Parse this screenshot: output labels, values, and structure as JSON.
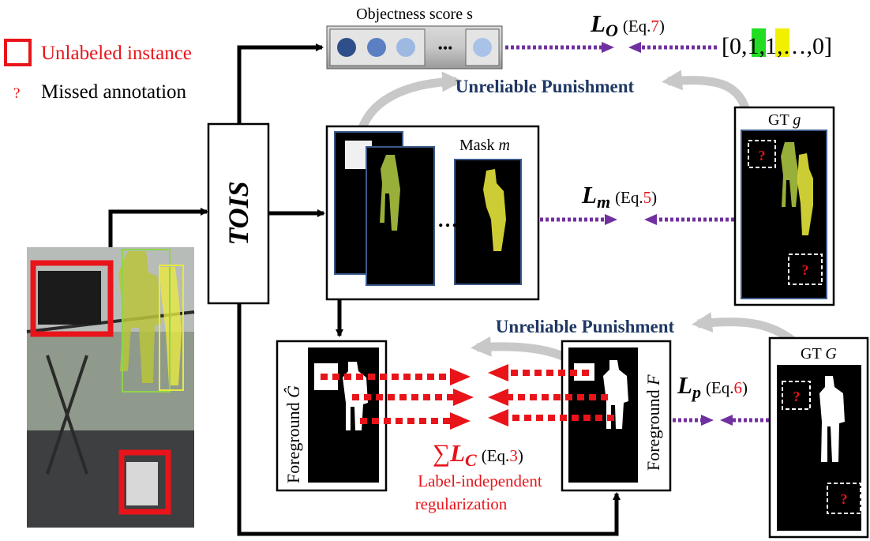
{
  "legend": {
    "unlabeled_label": "Unlabeled instance",
    "missed_symbol": "?",
    "missed_label": "Missed annotation",
    "colors": {
      "unlabeled": "#e8141a",
      "missed": "#e8141a"
    }
  },
  "model": {
    "name": "TOIS"
  },
  "objectness": {
    "title": "Objectness score s",
    "ellipsis": "•••"
  },
  "loss_o": {
    "symbol": "L",
    "sub": "O",
    "ref_prefix": "(Eq.",
    "ref_num": "7",
    "ref_suffix": ")"
  },
  "target_vector": {
    "open": "[0,",
    "v1": "1",
    "comma1": ",",
    "v2": "1",
    "rest": ",…,0]",
    "highlight1": "#22dd22",
    "highlight2": "#f0f000"
  },
  "punish_top": {
    "label": "Unreliable Punishment"
  },
  "punish_bottom": {
    "label": "Unreliable Punishment"
  },
  "mask": {
    "label": "Mask ",
    "var": "m",
    "dots": "…"
  },
  "loss_m": {
    "symbol": "L",
    "sub": "m",
    "ref_prefix": "(Eq.",
    "ref_num": "5",
    "ref_suffix": ")"
  },
  "gt_g": {
    "label": "GT ",
    "var": "g",
    "q1": "?",
    "q2": "?"
  },
  "fg_ghat": {
    "label": "Foreground ",
    "var": "Ĝ"
  },
  "fg_f": {
    "label": "Foreground ",
    "var": "F"
  },
  "loss_c": {
    "sum": "∑",
    "symbol": "L",
    "sub": "C",
    "ref_prefix": "(Eq.",
    "ref_num": "3",
    "ref_suffix": ")",
    "note_line1": "Label-independent",
    "note_line2": "regularization"
  },
  "loss_p": {
    "symbol": "L",
    "sub": "p",
    "ref_prefix": "(Eq.",
    "ref_num": "6",
    "ref_suffix": ")"
  },
  "gt_G": {
    "label": "GT ",
    "var": "G",
    "q1": "?",
    "q2": "?"
  },
  "colors": {
    "accent_red": "#e8141a",
    "navy": "#1f3864",
    "purple": "#7030a0",
    "arrow_gray": "#c8c8c8",
    "black": "#000000"
  }
}
